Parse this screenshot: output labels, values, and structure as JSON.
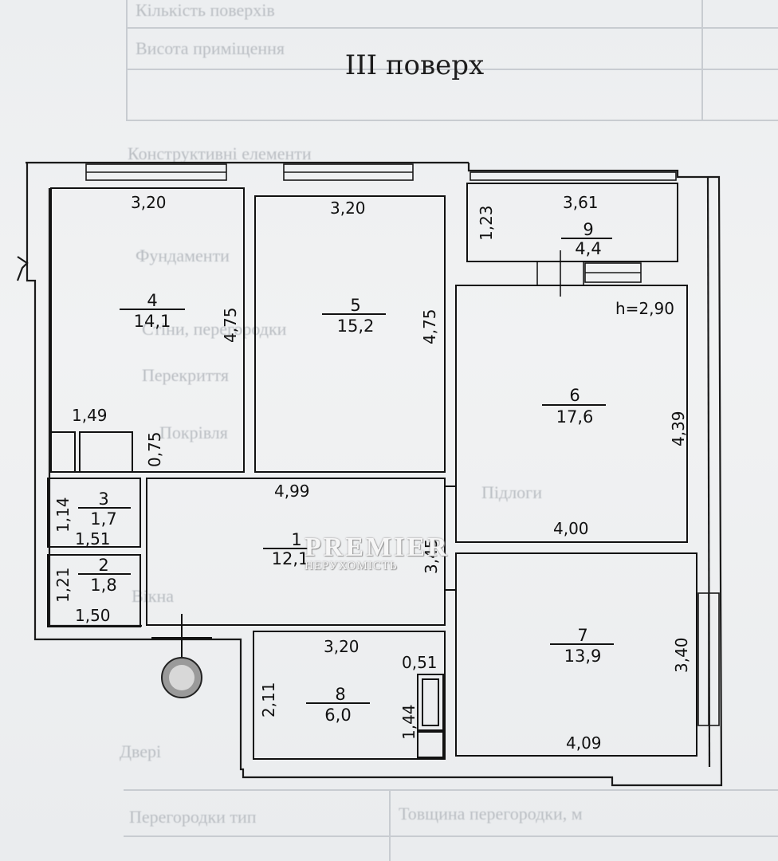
{
  "plan": {
    "title": "III поверх",
    "height_note": "h=2,90",
    "watermark": {
      "brand": "PREMIER",
      "tagline": "НЕРУХОМІСТЬ"
    },
    "rooms": [
      {
        "id": "r4",
        "number": "4",
        "area": "14,1"
      },
      {
        "id": "r5",
        "number": "5",
        "area": "15,2"
      },
      {
        "id": "r9",
        "number": "9",
        "area": "4,4"
      },
      {
        "id": "r6",
        "number": "6",
        "area": "17,6"
      },
      {
        "id": "r3",
        "number": "3",
        "area": "1,7"
      },
      {
        "id": "r2",
        "number": "2",
        "area": "1,8"
      },
      {
        "id": "r1",
        "number": "1",
        "area": "12,1"
      },
      {
        "id": "r8",
        "number": "8",
        "area": "6,0"
      },
      {
        "id": "r7",
        "number": "7",
        "area": "13,9"
      }
    ],
    "dimensions": [
      "3,20",
      "4,75",
      "3,20",
      "4,75",
      "3,61",
      "1,23",
      "4,39",
      "4,00",
      "1,49",
      "0,75",
      "1,14",
      "1,51",
      "1,21",
      "1,50",
      "4,99",
      "3,45",
      "3,20",
      "0,51",
      "2,11",
      "1,44",
      "3,40",
      "4,09"
    ]
  },
  "background_ghost": {
    "lines": [
      "Кількість поверхів",
      "Висота приміщення",
      "Конструктивні елементи",
      "Фундаменти",
      "Стіни, перегородки",
      "Перекриття",
      "Покрівля",
      "Підлоги",
      "Вікна",
      "Двері",
      "Перегородки тип",
      "Товщина перегородки, м"
    ]
  }
}
